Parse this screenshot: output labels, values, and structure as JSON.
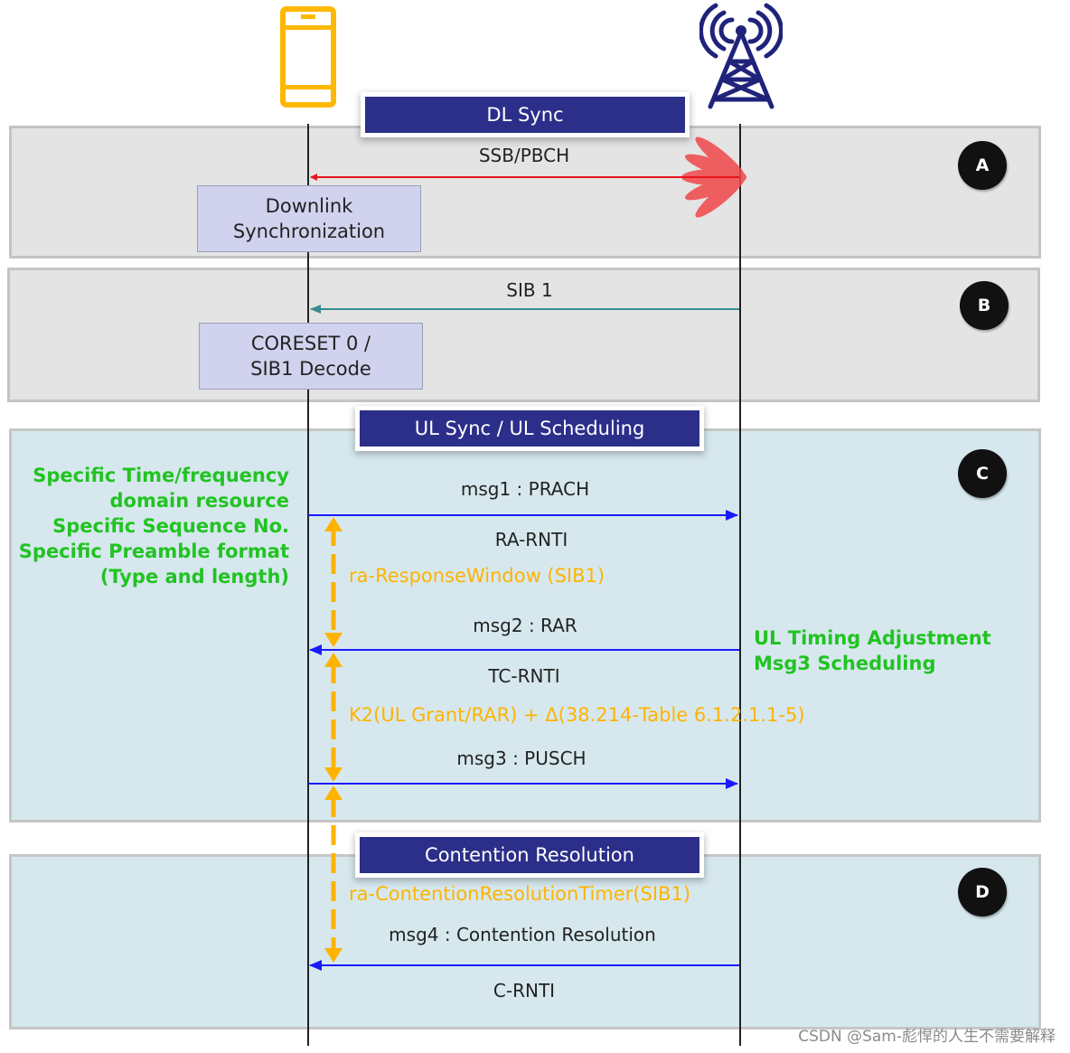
{
  "sections": {
    "dl_sync": "DL Sync",
    "ul_sync": "UL Sync / UL Scheduling",
    "contention": "Contention Resolution"
  },
  "badges": {
    "a": "A",
    "b": "B",
    "c": "C",
    "d": "D"
  },
  "messages": {
    "ssb": "SSB/PBCH",
    "sib1": "SIB 1",
    "msg1": "msg1 : PRACH",
    "ra_rnti": "RA-RNTI",
    "msg2": "msg2 : RAR",
    "tc_rnti": "TC-RNTI",
    "msg3": "msg3 : PUSCH",
    "msg4": "msg4 : Contention Resolution",
    "c_rnti": "C-RNTI"
  },
  "boxes": {
    "downlink_sync": [
      "Downlink",
      "Synchronization"
    ],
    "coreset": [
      "CORESET 0 /",
      "SIB1 Decode"
    ]
  },
  "notes": {
    "prach_params": [
      "Specific Time/frequency",
      "domain resource",
      "Specific Sequence No.",
      "Specific Preamble format",
      "(Type and length)"
    ],
    "ul_timing": [
      "UL Timing Adjustment",
      "Msg3 Scheduling"
    ]
  },
  "timers": {
    "ra_response_window": "ra-ResponseWindow (SIB1)",
    "k2": "K2(UL Grant/RAR) + Δ(38.214-Table 6.1.2.1.1-5)",
    "contention_timer": "ra-ContentionResolutionTimer(SIB1)"
  },
  "watermark": "CSDN @Sam-彪悍的人生不需要解释",
  "colors": {
    "banner": "#2b2f8a",
    "ssb_arrow": "#e8141c",
    "sib_arrow": "#3a8a8f",
    "rach_arrow": "#1a1aff",
    "timer": "#ffb300",
    "note_green": "#22c322",
    "phone": "#ffb800",
    "tower": "#1f237a"
  },
  "icons": [
    "phone-icon",
    "cell-tower-icon",
    "beam-icon"
  ]
}
